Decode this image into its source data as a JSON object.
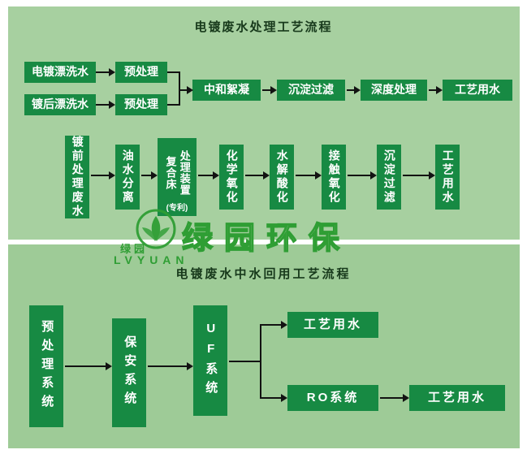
{
  "colors": {
    "panel_top": "#a7d0a0",
    "panel_bottom": "#9ecb97",
    "box_fill": "#178a43",
    "title_text": "#17391b",
    "arrow": "#121212",
    "logo_green": "#2f9e34"
  },
  "watermark": {
    "brand": "绿园环保",
    "sub_cn": "绿园",
    "sub_en": "LVYUAN"
  },
  "top": {
    "title": "电镀废水处理工艺流程",
    "row1": {
      "source1": "电镀漂洗水",
      "pretreat1": "预处理",
      "source2": "镀后漂洗水",
      "pretreat2": "预处理",
      "step1": "中和絮凝",
      "step2": "沉淀过滤",
      "step3": "深度处理",
      "output": "工艺用水"
    },
    "row2": {
      "step1": "镀前处理废水",
      "step2": "油水分离",
      "step3_left": "复合床",
      "step3_right": "处理装置",
      "step3_note": "(专利)",
      "step4": "化学氧化",
      "step5": "水解酸化",
      "step6": "接触氧化",
      "step7": "沉淀过滤",
      "output": "工艺用水"
    }
  },
  "bottom": {
    "title": "电镀废水中水回用工艺流程",
    "pre_system": "预处理系统",
    "security_system": "保安系统",
    "uf_system": "UF系统",
    "output_top": "工艺用水",
    "ro_system": "RO系统",
    "output_bottom": "工艺用水"
  }
}
